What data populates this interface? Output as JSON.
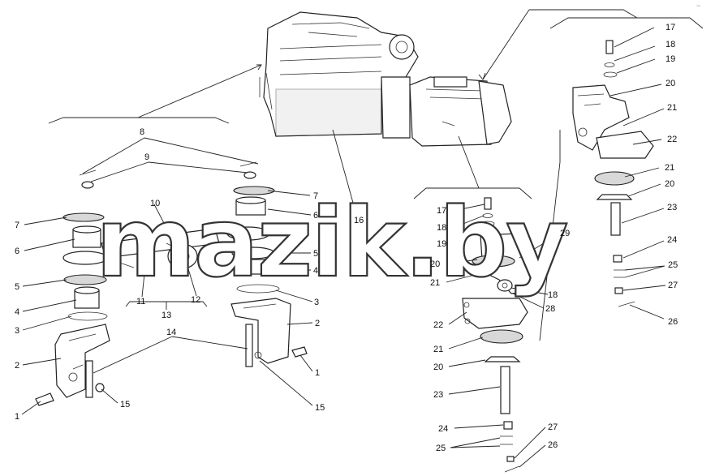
{
  "watermark": {
    "text": "mazik.by"
  },
  "corner_mark": "~",
  "callouts": {
    "n17a": "17",
    "n18a": "18",
    "n19a": "19",
    "n20a": "20",
    "n21a": "21",
    "n22a": "22",
    "n21b": "21",
    "n20b": "20",
    "n23a": "23",
    "n24a": "24",
    "n25a": "25",
    "n27a": "27",
    "n26a": "26",
    "n8": "8",
    "n9": "9",
    "n7a": "7",
    "n6a": "6",
    "n5a": "5",
    "n4a": "4",
    "n3a": "3",
    "n16": "16",
    "n10": "10",
    "n7b": "7",
    "n6b": "6",
    "n5b": "5",
    "n4b": "4",
    "n3b": "3",
    "n2a": "2",
    "n2b": "2",
    "n11": "11",
    "n12": "12",
    "n13": "13",
    "n14": "14",
    "n15a": "15",
    "n15b": "15",
    "n1a": "1",
    "n1b": "1",
    "n17b": "17",
    "n18b": "18",
    "n19b": "19",
    "n20c": "20",
    "n21c": "21",
    "n29": "29",
    "n18c": "18",
    "n28": "28",
    "n22b": "22",
    "n21d": "21",
    "n20d": "20",
    "n23b": "23",
    "n24b": "24",
    "n25b": "25",
    "n27b": "27",
    "n26b": "26"
  }
}
